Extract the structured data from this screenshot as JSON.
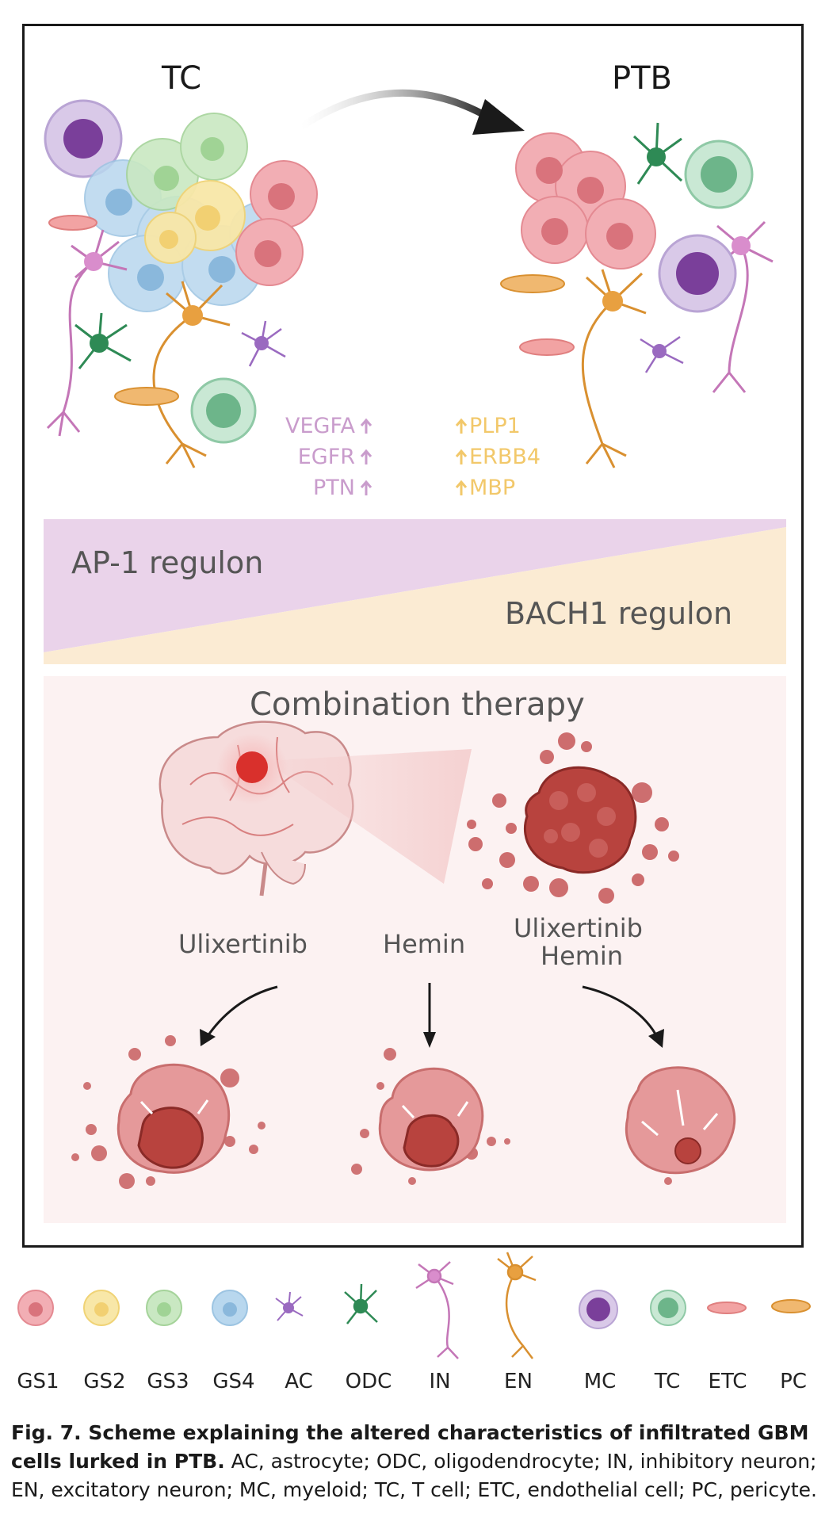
{
  "top": {
    "left_title": "TC",
    "right_title": "PTB",
    "genes_left": [
      "VEGFA",
      "EGFR",
      "PTN"
    ],
    "genes_right": [
      "PLP1",
      "ERBB4",
      "MBP"
    ],
    "up_arrow": "↑"
  },
  "regulons": {
    "ap1": "AP-1 regulon",
    "bach1": "BACH1 regulon"
  },
  "therapy": {
    "title": "Combination therapy",
    "drug1": "Ulixertinib",
    "drug2": "Hemin",
    "drug3_line1": "Ulixertinib",
    "drug3_line2": "Hemin"
  },
  "legend": [
    "GS1",
    "GS2",
    "GS3",
    "GS4",
    "AC",
    "ODC",
    "IN",
    "EN",
    "MC",
    "TC",
    "ETC",
    "PC"
  ],
  "caption": {
    "bold": "Fig. 7. Scheme explaining the altered characteristics of infiltrated GBM cells lurked in PTB.",
    "text": " AC, astrocyte; ODC, oligodendrocyte; IN, inhibitory neuron; EN, excitatory neuron; MC, myeloid; TC, T cell; ETC, endothelial cell; PC, pericyte."
  },
  "colors": {
    "gs1": "#e88a93",
    "gs2": "#f5dc85",
    "gs3": "#a8d8a0",
    "gs4": "#a8cce5",
    "ac": "#9a6ac0",
    "odc": "#2e8a55",
    "in": "#c476b7",
    "en": "#d99030",
    "mc": "#7a3f9a",
    "tc": "#6db58a",
    "etc": "#e08888",
    "pc": "#e8a860",
    "ap1_band": "#ead3ea",
    "bach1_band": "#fbebd3",
    "therapy_bg": "#fcf2f2",
    "tumor": "#b8433e"
  }
}
